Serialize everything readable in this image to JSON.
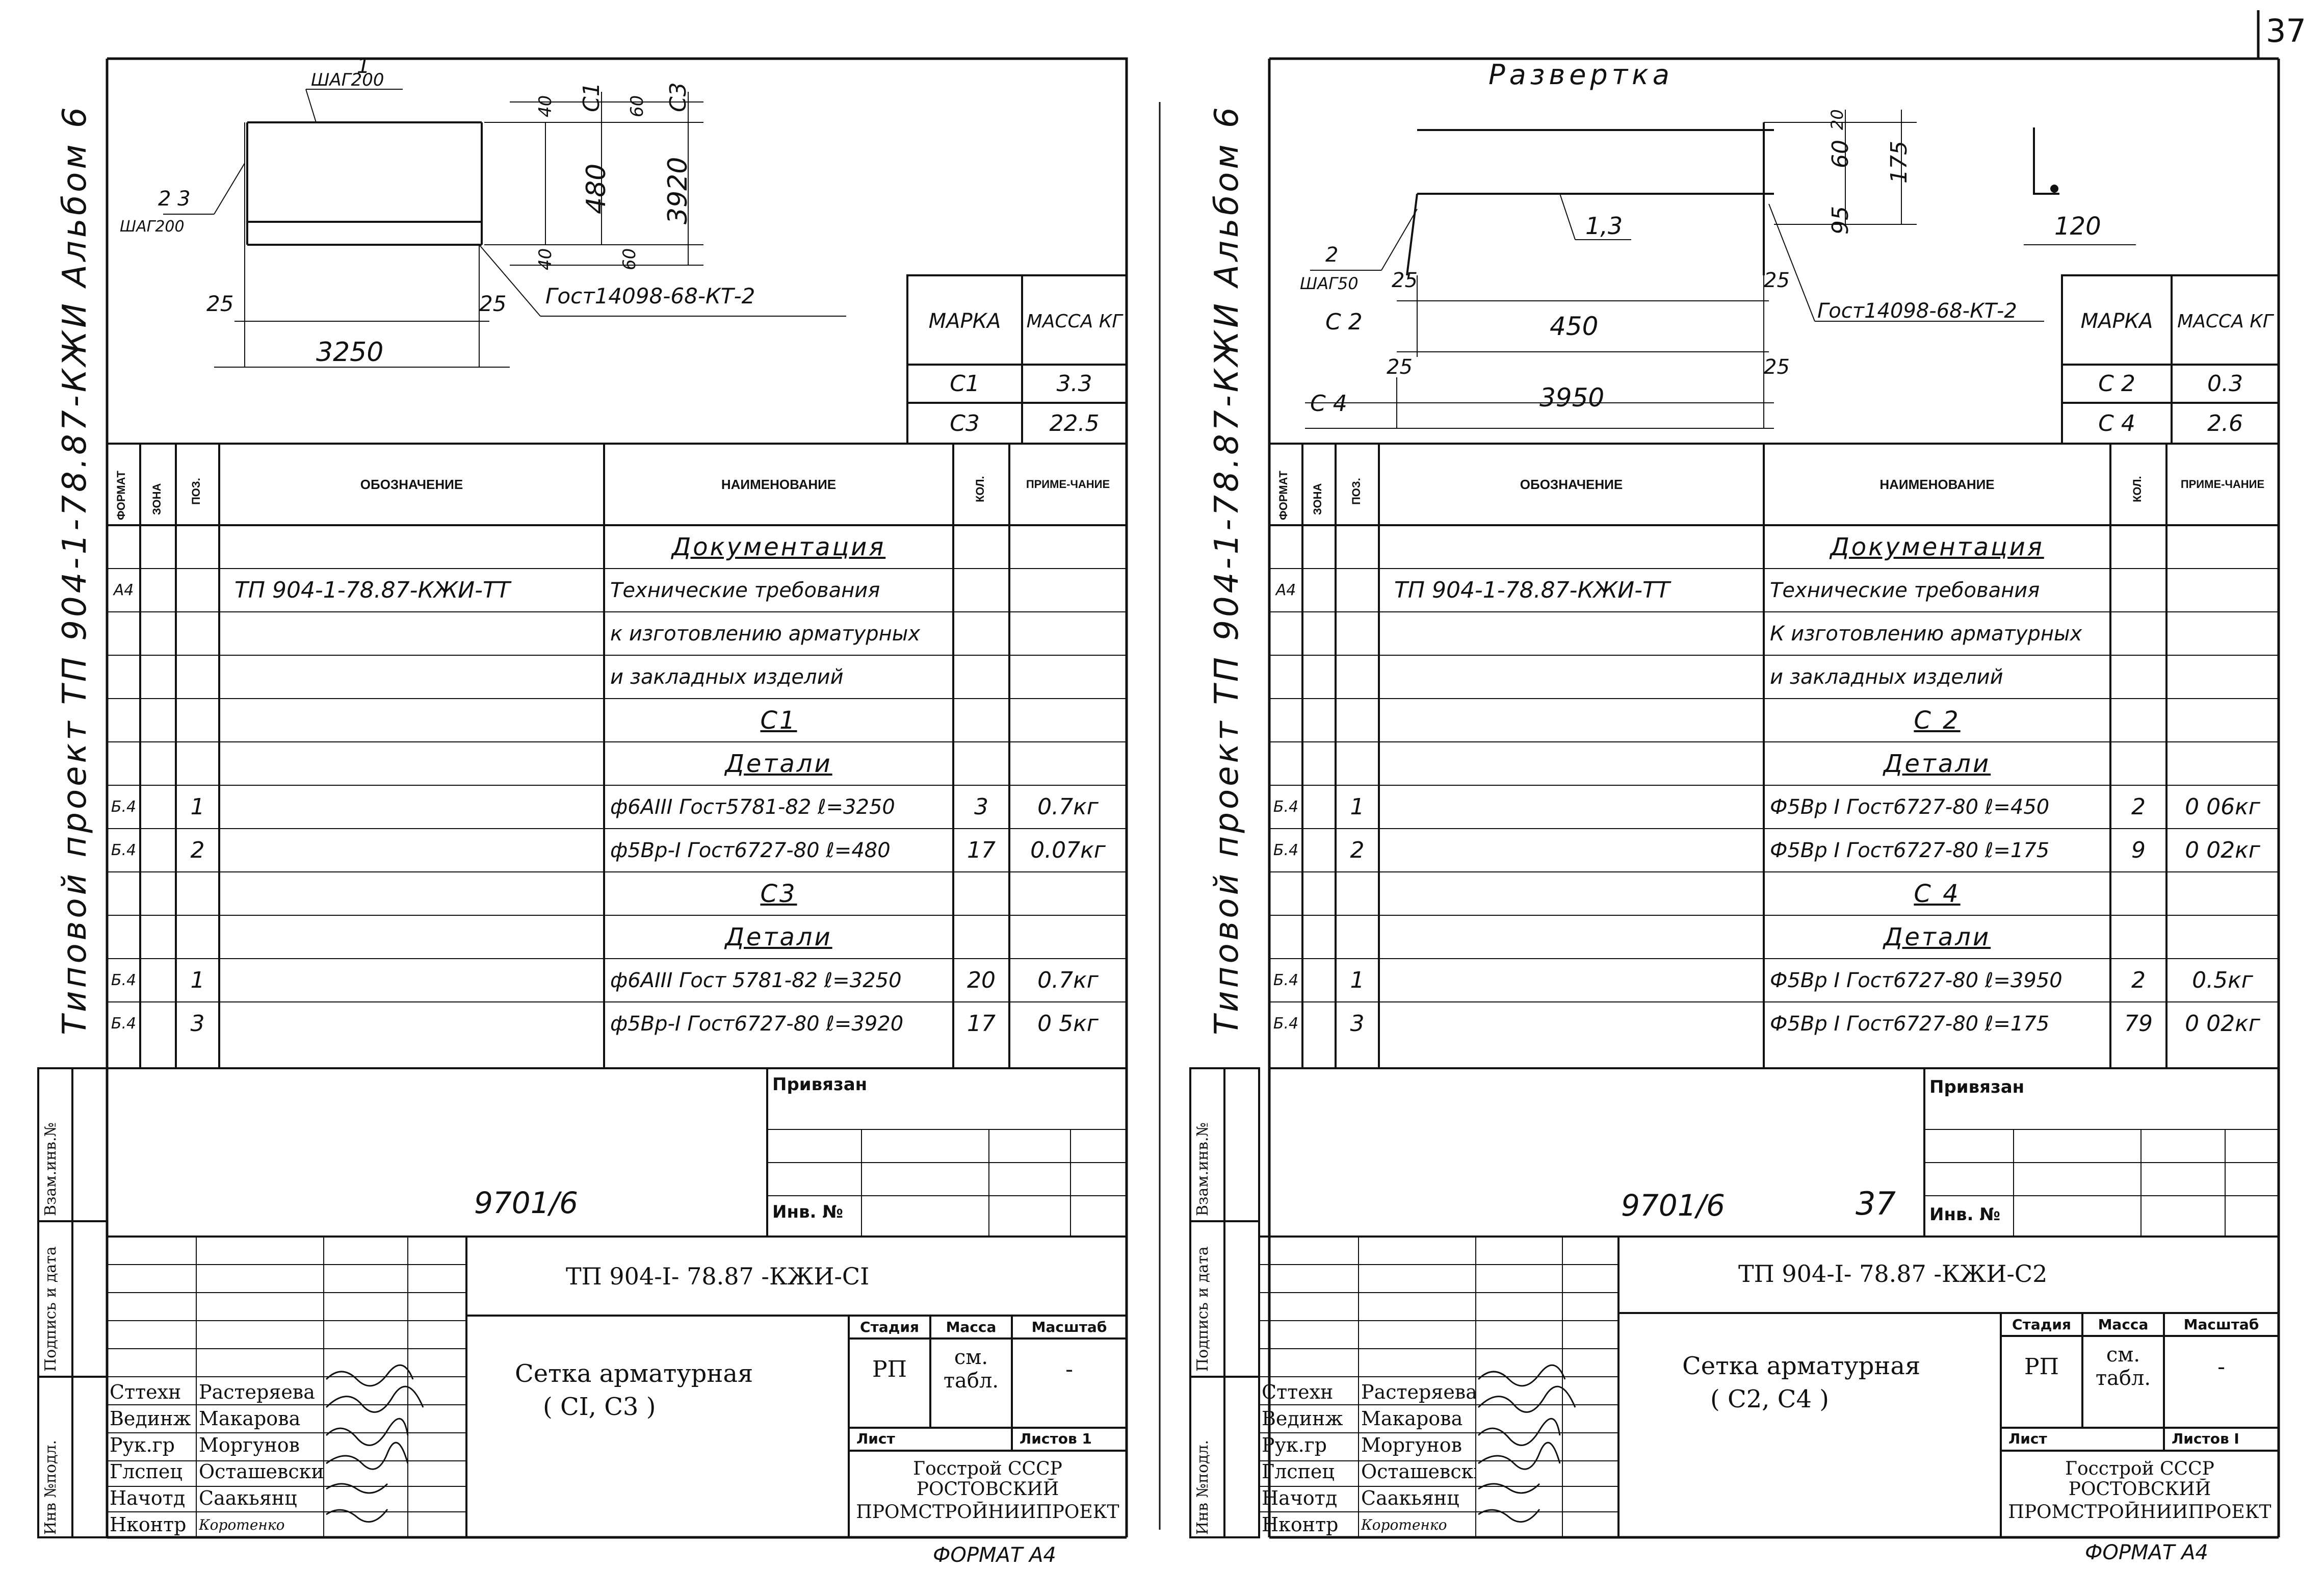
{
  "page_number": "37",
  "footer_format": "ФОРМАТ А4",
  "sheets": [
    {
      "side_title": "Типовой проект ТП 904-1-78.87-КЖИ Альбом 6",
      "drawing": {
        "heading": "",
        "pos_top": "1",
        "step_top": "ШАГ200",
        "pos_left": "2 3",
        "step_left": "ШАГ200",
        "dim_inner": "3250",
        "dim_left": "25",
        "dim_right": "25",
        "dim_top": "40",
        "dim_bottom": "40",
        "dim_c1": "C1",
        "dim_c3": "C3",
        "dim_60a": "60",
        "dim_60b": "60",
        "dim_480": "480",
        "dim_3920": "3920",
        "gost": "Гост14098-68-КТ-2"
      },
      "mark_table": {
        "col_mark": "МАРКА",
        "col_mass": "МАССА КГ",
        "rows": [
          {
            "mark": "C1",
            "mass": "3.3"
          },
          {
            "mark": "C3",
            "mass": "22.5"
          }
        ]
      },
      "spec": {
        "headers": {
          "format": "ФОРМАТ",
          "zone": "ЗОНА",
          "pos": "ПОЗ.",
          "designation": "ОБОЗНАЧЕНИЕ",
          "name": "НАИМЕНОВАНИЕ",
          "qty": "КОЛ.",
          "note": "ПРИМЕ-ЧАНИЕ"
        },
        "rows": [
          {
            "format": "",
            "pos": "",
            "designation": "",
            "name": "Документация",
            "qty": "",
            "note": "",
            "center": true
          },
          {
            "format": "А4",
            "pos": "",
            "designation": "ТП 904-1-78.87-КЖИ-ТТ",
            "name": "Технические требования",
            "qty": "",
            "note": "",
            "center": false
          },
          {
            "format": "",
            "pos": "",
            "designation": "",
            "name": "к изготовлению арматурных",
            "qty": "",
            "note": "",
            "center": false
          },
          {
            "format": "",
            "pos": "",
            "designation": "",
            "name": "и закладных изделий",
            "qty": "",
            "note": "",
            "center": false
          },
          {
            "format": "",
            "pos": "",
            "designation": "",
            "name": "C1",
            "qty": "",
            "note": "",
            "center": true
          },
          {
            "format": "",
            "pos": "",
            "designation": "",
            "name": "Детали",
            "qty": "",
            "note": "",
            "center": true
          },
          {
            "format": "Б.4",
            "pos": "1",
            "designation": "",
            "name": "ф6АIII Гост5781-82 ℓ=3250",
            "qty": "3",
            "note": "0.7кг",
            "center": false
          },
          {
            "format": "Б.4",
            "pos": "2",
            "designation": "",
            "name": "ф5Вр-I Гост6727-80 ℓ=480",
            "qty": "17",
            "note": "0.07кг",
            "center": false
          },
          {
            "format": "",
            "pos": "",
            "designation": "",
            "name": "C3",
            "qty": "",
            "note": "",
            "center": true
          },
          {
            "format": "",
            "pos": "",
            "designation": "",
            "name": "Детали",
            "qty": "",
            "note": "",
            "center": true
          },
          {
            "format": "Б.4",
            "pos": "1",
            "designation": "",
            "name": "ф6АIII Гост 5781-82 ℓ=3250",
            "qty": "20",
            "note": "0.7кг",
            "center": false
          },
          {
            "format": "Б.4",
            "pos": "3",
            "designation": "",
            "name": "ф5Вр-I Гост6727-80 ℓ=3920",
            "qty": "17",
            "note": "0 5кг",
            "center": false
          }
        ]
      },
      "side_stamp": [
        "Инв №подл.",
        "Подпись и дата",
        "Взам.инв.№"
      ],
      "privyazan": "Привязан",
      "inv_no": "Инв. №",
      "archive_no": "9701/6",
      "sheet_hand_no": "",
      "title_block": {
        "code": "ТП 904-I- 78.87 -КЖИ-CI",
        "name_line1": "Сетка арматурная",
        "name_line2": "( CI, C3 )",
        "stage_label": "Стадия",
        "mass_label": "Масса",
        "scale_label": "Масштаб",
        "stage_value": "РП",
        "mass_value": "см. табл.",
        "scale_value": "-",
        "sheet_label": "Лист",
        "sheets_label": "Листов 1",
        "org_line1": "Госстрой СССР",
        "org_line2": "РОСТОВСКИЙ",
        "org_line3": "ПРОМСТРОЙНИИПРОЕКТ",
        "people": [
          {
            "role": "Сттехн",
            "name": "Растеряева"
          },
          {
            "role": "Вединж",
            "name": "Макарова"
          },
          {
            "role": "Рук.гр",
            "name": "Моргунов"
          },
          {
            "role": "Глспец",
            "name": "Осташевский"
          },
          {
            "role": "Начотд",
            "name": "Саакьянц"
          },
          {
            "role": "Нконтр",
            "name": "Коротенко"
          }
        ]
      }
    },
    {
      "side_title": "Типовой проект ТП 904-1-78.87-КЖИ Альбом 6",
      "drawing": {
        "heading": "Развертка",
        "pos_top": "1,3",
        "step_top": "",
        "pos_left": "2",
        "step_left": "ШАГ50",
        "mark_c2": "C 2",
        "mark_c4": "C 4",
        "dim_inner": "450",
        "dim_outer": "3950",
        "dim_left": "25",
        "dim_right": "25",
        "dim_20": "20",
        "dim_60": "60",
        "dim_95": "95",
        "dim_175": "175",
        "dim_120": "120",
        "gost": "Гост14098-68-КТ-2"
      },
      "mark_table": {
        "col_mark": "МАРКА",
        "col_mass": "МАССА КГ",
        "rows": [
          {
            "mark": "C 2",
            "mass": "0.3"
          },
          {
            "mark": "C 4",
            "mass": "2.6"
          }
        ]
      },
      "spec": {
        "headers": {
          "format": "ФОРМАТ",
          "zone": "ЗОНА",
          "pos": "ПОЗ.",
          "designation": "ОБОЗНАЧЕНИЕ",
          "name": "НАИМЕНОВАНИЕ",
          "qty": "КОЛ.",
          "note": "ПРИМЕ-ЧАНИЕ"
        },
        "rows": [
          {
            "format": "",
            "pos": "",
            "designation": "",
            "name": "Документация",
            "qty": "",
            "note": "",
            "center": true
          },
          {
            "format": "А4",
            "pos": "",
            "designation": "ТП 904-1-78.87-КЖИ-ТТ",
            "name": "Технические требования",
            "qty": "",
            "note": "",
            "center": false
          },
          {
            "format": "",
            "pos": "",
            "designation": "",
            "name": "К изготовлению арматурных",
            "qty": "",
            "note": "",
            "center": false
          },
          {
            "format": "",
            "pos": "",
            "designation": "",
            "name": "и закладных изделий",
            "qty": "",
            "note": "",
            "center": false
          },
          {
            "format": "",
            "pos": "",
            "designation": "",
            "name": "C 2",
            "qty": "",
            "note": "",
            "center": true
          },
          {
            "format": "",
            "pos": "",
            "designation": "",
            "name": "Детали",
            "qty": "",
            "note": "",
            "center": true
          },
          {
            "format": "Б.4",
            "pos": "1",
            "designation": "",
            "name": "Ф5Вр I Гост6727-80 ℓ=450",
            "qty": "2",
            "note": "0 06кг",
            "center": false
          },
          {
            "format": "Б.4",
            "pos": "2",
            "designation": "",
            "name": "Ф5Вр I Гост6727-80 ℓ=175",
            "qty": "9",
            "note": "0 02кг",
            "center": false
          },
          {
            "format": "",
            "pos": "",
            "designation": "",
            "name": "C 4",
            "qty": "",
            "note": "",
            "center": true
          },
          {
            "format": "",
            "pos": "",
            "designation": "",
            "name": "Детали",
            "qty": "",
            "note": "",
            "center": true
          },
          {
            "format": "Б.4",
            "pos": "1",
            "designation": "",
            "name": "Ф5Вр I Гост6727-80 ℓ=3950",
            "qty": "2",
            "note": "0.5кг",
            "center": false
          },
          {
            "format": "Б.4",
            "pos": "3",
            "designation": "",
            "name": "Ф5Вр I Гост6727-80 ℓ=175",
            "qty": "79",
            "note": "0 02кг",
            "center": false
          }
        ]
      },
      "side_stamp": [
        "Инв №подл.",
        "Подпись и дата",
        "Взам.инв.№"
      ],
      "privyazan": "Привязан",
      "inv_no": "Инв. №",
      "archive_no": "9701/6",
      "sheet_hand_no": "37",
      "title_block": {
        "code": "ТП 904-I- 78.87 -КЖИ-C2",
        "name_line1": "Сетка арматурная",
        "name_line2": "( C2, C4 )",
        "stage_label": "Стадия",
        "mass_label": "Масса",
        "scale_label": "Масштаб",
        "stage_value": "РП",
        "mass_value": "см. табл.",
        "scale_value": "-",
        "sheet_label": "Лист",
        "sheets_label": "Листов I",
        "org_line1": "Госстрой СССР",
        "org_line2": "РОСТОВСКИЙ",
        "org_line3": "ПРОМСТРОЙНИИПРОЕКТ",
        "people": [
          {
            "role": "Сттехн",
            "name": "Растеряева"
          },
          {
            "role": "Вединж",
            "name": "Макарова"
          },
          {
            "role": "Рук.гр",
            "name": "Моргунов"
          },
          {
            "role": "Глспец",
            "name": "Осташевский"
          },
          {
            "role": "Начотд",
            "name": "Саакьянц"
          },
          {
            "role": "Нконтр",
            "name": "Коротенко"
          }
        ]
      }
    }
  ]
}
